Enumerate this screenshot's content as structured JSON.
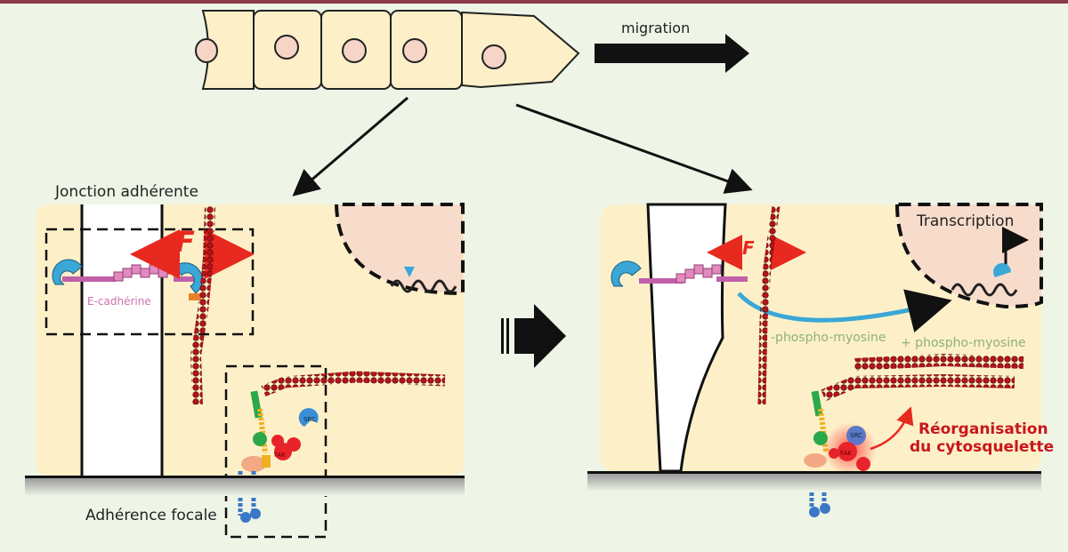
{
  "top": {
    "migration_label": "migration"
  },
  "left_panel": {
    "title": "Jonction adhérente",
    "force_label": "F",
    "cadherin_label": "E-cadhérine",
    "focal_label": "Adhérence focale",
    "src_label": "SRC",
    "fak_label": "FAK"
  },
  "right_panel": {
    "force_label": "F",
    "transcription_label": "Transcription",
    "minus_myosin": "-phospho-myosine",
    "plus_myosin": "+ phospho-myosine",
    "reorg_line1": "Réorganisation",
    "reorg_line2": "du cytosquelette",
    "src_label": "SRC",
    "fak_label": "FAK"
  },
  "colors": {
    "background": "#eef5e6",
    "cell": "#fdf0c8",
    "nucleus": "#f8dccb",
    "actin": "#b3141b",
    "force_arrow": "#e8291f",
    "cadherin": "#e28ac0",
    "catenin": "#3aa7d6",
    "myosin_text": "#8fb07f",
    "reorg_text": "#c8161d",
    "border": "#8b3a48"
  }
}
